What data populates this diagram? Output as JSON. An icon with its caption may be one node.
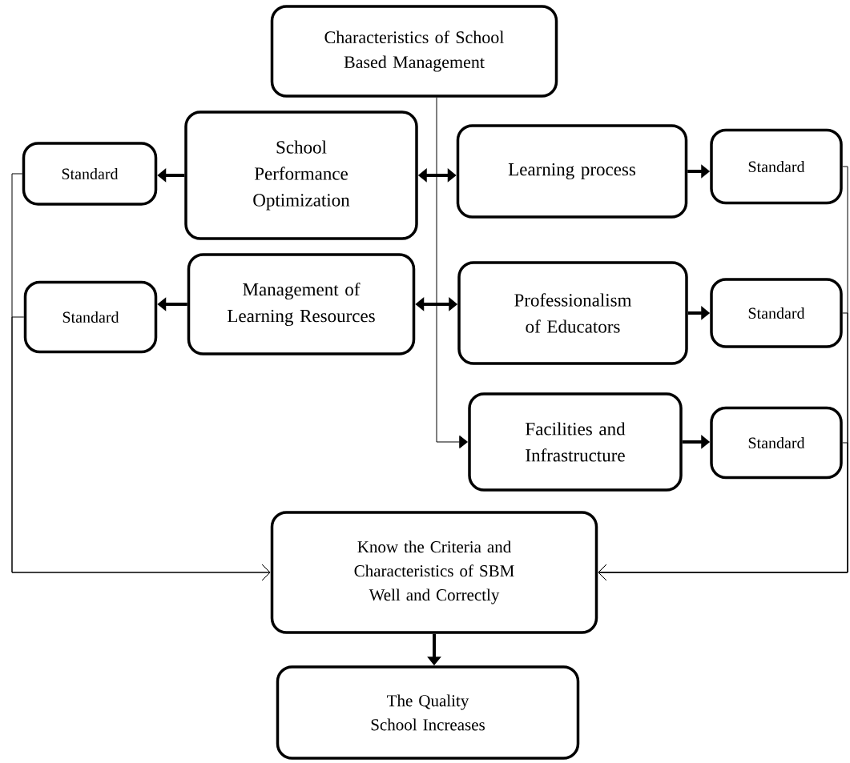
{
  "diagram": {
    "nodes": [
      {
        "text": [
          "Characteristics of School Based Management"
        ]
      },
      {
        "text": [
          "Standard"
        ]
      },
      {
        "text": [
          "School Performance Optimization"
        ]
      },
      {
        "text": [
          "Learning process"
        ]
      },
      {
        "text": [
          "Standard"
        ]
      },
      {
        "text": [
          "Standard"
        ]
      },
      {
        "text": [
          "Management of Learning Resources"
        ]
      },
      {
        "text": [
          "Professionalism of Educators"
        ]
      },
      {
        "text": [
          "Standard"
        ]
      },
      {
        "text": [
          "Facilities and Infrastructure"
        ]
      },
      {
        "text": [
          "Standard"
        ]
      },
      {
        "text": [
          "Know the Criteria and Characteristics of SBM Well and Correctly"
        ]
      },
      {
        "text": [
          "The Quality School Increases"
        ]
      }
    ],
    "edges": [
      {
        "from": 0,
        "to": 9,
        "arrow": "to"
      },
      {
        "from": 2,
        "to": 1,
        "arrow": "to"
      },
      {
        "from": 2,
        "to": 3,
        "arrow": "both"
      },
      {
        "from": 3,
        "to": 4,
        "arrow": "to"
      },
      {
        "from": 6,
        "to": 5,
        "arrow": "to"
      },
      {
        "from": 6,
        "to": 7,
        "arrow": "both"
      },
      {
        "from": 7,
        "to": 8,
        "arrow": "to"
      },
      {
        "from": 9,
        "to": 10,
        "arrow": "to"
      },
      {
        "from": 1,
        "to": 11,
        "arrow": "to"
      },
      {
        "from": 5,
        "to": 11,
        "arrow": "to"
      },
      {
        "from": 4,
        "to": 11,
        "arrow": "to"
      },
      {
        "from": 8,
        "to": 11,
        "arrow": "to"
      },
      {
        "from": 10,
        "to": 11,
        "arrow": "to"
      },
      {
        "from": 11,
        "to": 12,
        "arrow": "to"
      }
    ]
  }
}
